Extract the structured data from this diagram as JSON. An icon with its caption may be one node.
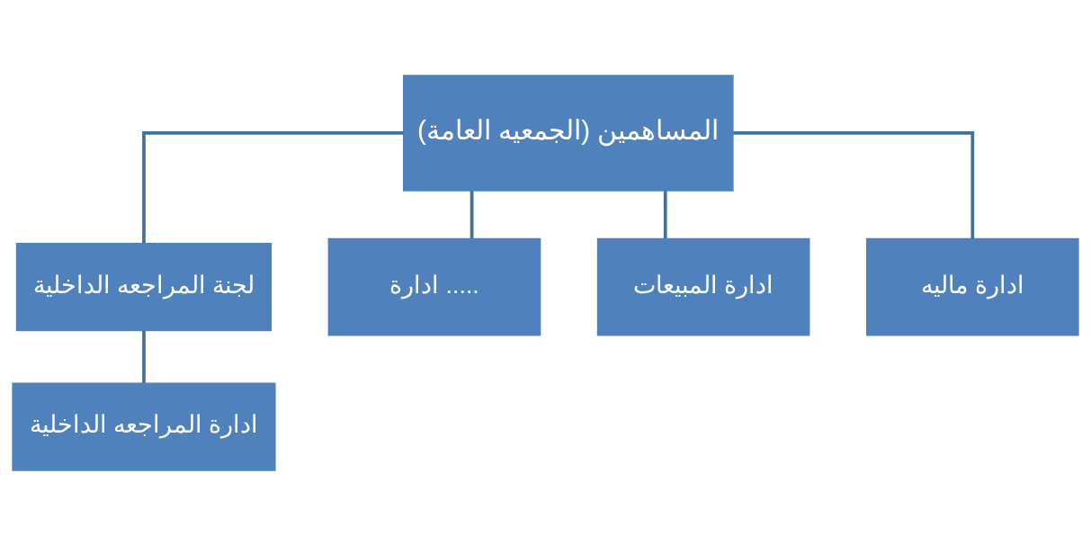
{
  "diagram": {
    "nodes": [
      {
        "text": [
          "المساهمين (الجمعيه العامة)"
        ]
      },
      {
        "text": [
          "لجنة المراجعه الداخلية"
        ]
      },
      {
        "text": [
          "ادارة المراجعه الداخلية"
        ]
      },
      {
        "text": [
          "ادارة ....."
        ]
      },
      {
        "text": [
          "ادارة المبيعات"
        ]
      },
      {
        "text": [
          "ادارة ماليه"
        ]
      }
    ],
    "edges": [
      {
        "from": 0,
        "to": 1,
        "arrow": "none"
      },
      {
        "from": 1,
        "to": 2,
        "arrow": "none"
      },
      {
        "from": 0,
        "to": 3,
        "arrow": "none"
      },
      {
        "from": 0,
        "to": 4,
        "arrow": "none"
      },
      {
        "from": 0,
        "to": 5,
        "arrow": "none"
      }
    ]
  }
}
